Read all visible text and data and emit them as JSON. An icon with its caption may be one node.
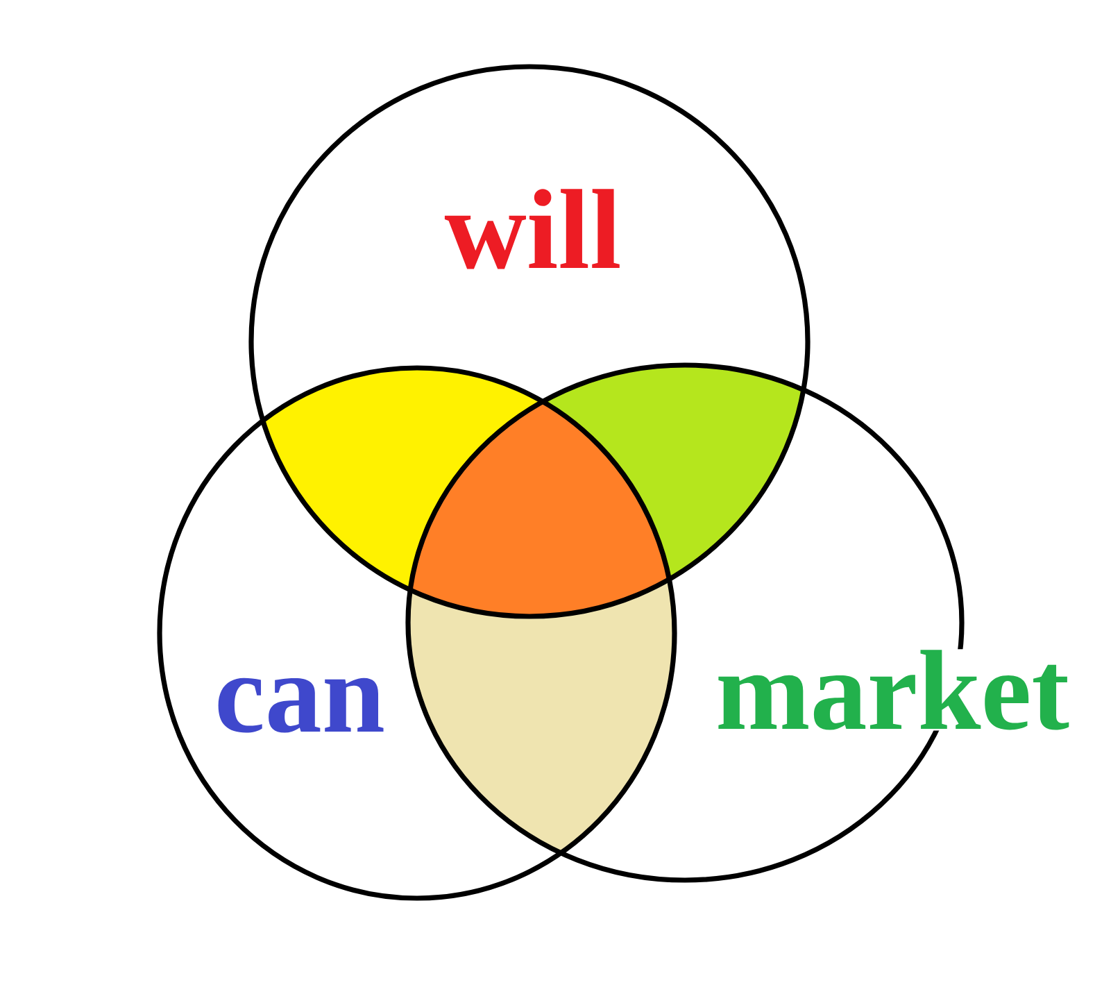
{
  "diagram": {
    "nodes": [
      {
        "text": [
          "will"
        ]
      },
      {
        "text": [
          "can"
        ]
      },
      {
        "text": [
          "market"
        ]
      },
      {
        "text": [],
        "shape": "region"
      },
      {
        "text": [],
        "shape": "region"
      },
      {
        "text": [],
        "shape": "region"
      },
      {
        "text": [],
        "shape": "region"
      }
    ]
  }
}
